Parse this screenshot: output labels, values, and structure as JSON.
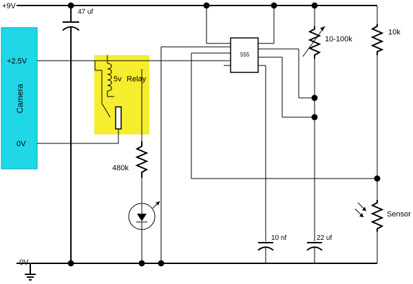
{
  "rails": {
    "supply": "+9V",
    "ground": "0V"
  },
  "camera": {
    "label": "Camera",
    "pins": {
      "trigger": "+2.5V",
      "common": "0V"
    },
    "color": "#1fd7e6"
  },
  "relay": {
    "coil_label": "5v",
    "name": "Relay",
    "highlight_color": "#f5ed2e"
  },
  "timer_ic": {
    "label": "555"
  },
  "components": {
    "supply_cap": "47 uf",
    "pot": "10-100k",
    "pullup": "10k",
    "led_resistor": "480k",
    "sensor": "Sensor",
    "control_cap": "10 nf",
    "timing_cap": "22 uf"
  },
  "icons": [
    "ground-icon",
    "capacitor-icon",
    "resistor-icon",
    "potentiometer-icon",
    "photodiode-icon",
    "phototransistor-icon",
    "coil-icon"
  ]
}
